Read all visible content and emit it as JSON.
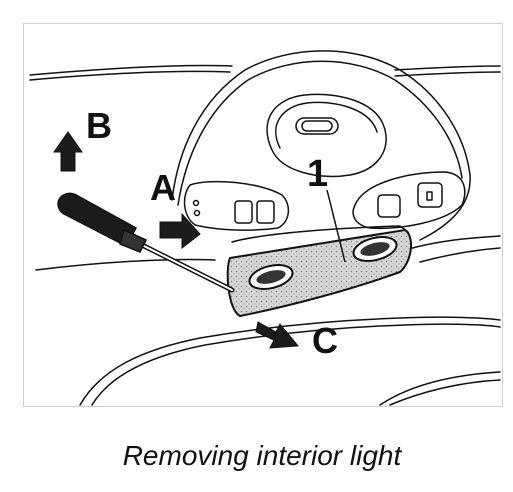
{
  "labels": {
    "a": "A",
    "b": "B",
    "c": "C",
    "part_number": "1"
  },
  "caption": "Removing interior light",
  "colors": {
    "ink": "#111111",
    "frame": "#cfcfcf",
    "lens": "#d7d7d7",
    "paper": "#ffffff"
  },
  "icons": [
    "screwdriver-icon",
    "arrow-up-icon",
    "arrow-right-icon",
    "arrow-down-right-icon"
  ]
}
